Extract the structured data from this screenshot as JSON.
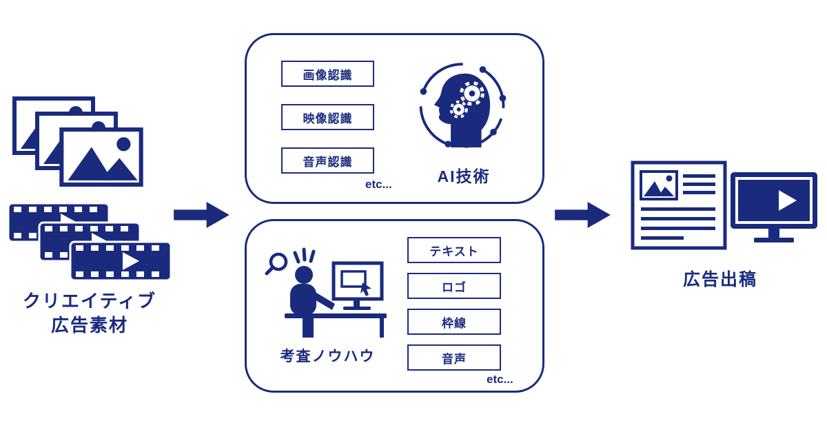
{
  "diagram": {
    "colors": {
      "primary": "#1a2b7d",
      "background": "#ffffff"
    },
    "source": {
      "label_line1": "クリエイティブ",
      "label_line2": "広告素材",
      "icons": [
        "photo-stack",
        "video-stack"
      ]
    },
    "flow": {
      "arrow_left": "arrow-right-shape",
      "arrow_right": "arrow-right-shape"
    },
    "ai_box": {
      "title": "AI技術",
      "items": [
        {
          "label": "画像認識"
        },
        {
          "label": "映像認識"
        },
        {
          "label": "音声認識"
        }
      ],
      "etc_label": "etc...",
      "icon": "ai-head-gears"
    },
    "review_box": {
      "title": "考査ノウハウ",
      "items": [
        {
          "label": "テキスト"
        },
        {
          "label": "ロゴ"
        },
        {
          "label": "枠線"
        },
        {
          "label": "音声"
        }
      ],
      "etc_label": "etc...",
      "icon": "reviewer-computer-magnifier"
    },
    "output": {
      "label": "広告出稿",
      "icons": [
        "webpage-ad",
        "video-monitor"
      ]
    }
  }
}
